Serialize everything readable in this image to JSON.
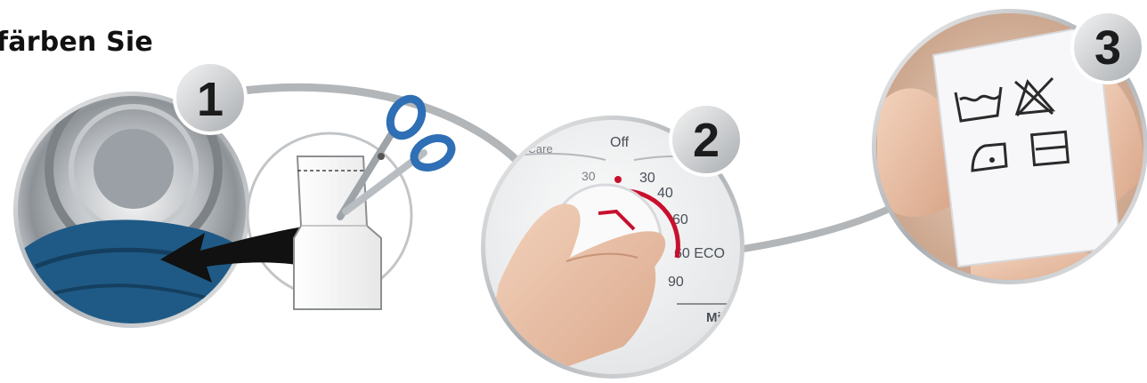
{
  "heading": "färben Sie",
  "steps": [
    {
      "number": "1",
      "icon": "washing-drum-with-scissors-and-dye-pack"
    },
    {
      "number": "2",
      "icon": "temperature-dial"
    },
    {
      "number": "3",
      "icon": "care-label"
    }
  ],
  "dial": {
    "off": "Off",
    "easy_care": "Easy Care",
    "temp_left": "30",
    "temp_30": "30",
    "temp_40": "40",
    "temp_60": "60",
    "temp_60eco": "60 ECO",
    "temp_90": "90",
    "mix": "Mix"
  },
  "colors": {
    "shirt": "#1f5a86",
    "scissors_handle": "#2f6fb5",
    "dial_red": "#c8102e",
    "badge": "#c9cccf"
  }
}
